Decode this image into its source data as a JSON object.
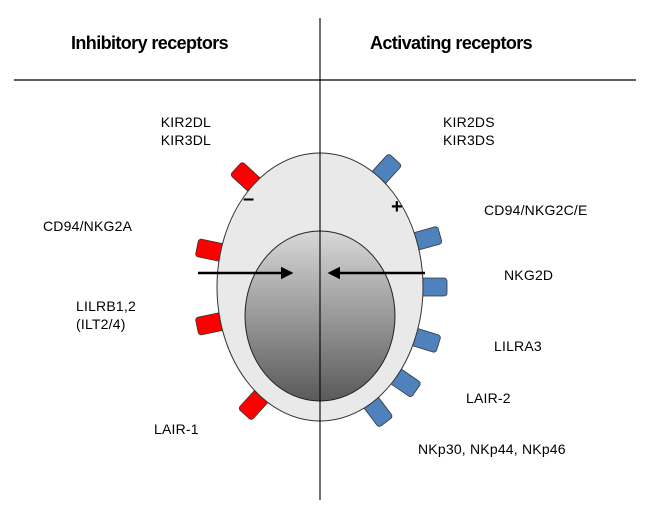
{
  "headers": {
    "left": "Inhibitory receptors",
    "right": "Activating receptors"
  },
  "signs": {
    "inhibitory": "–",
    "activating": "+"
  },
  "colors": {
    "inhibitory_receptor": "#ff0000",
    "activating_receptor": "#4f81bd",
    "cell_fill": "#e9e9e9",
    "nucleus_top": "#d8d8d8",
    "nucleus_bottom": "#5a5a5a",
    "line": "#000000"
  },
  "inhibitory_receptors": [
    {
      "lines": [
        "KIR2DL",
        "KIR3DL"
      ]
    },
    {
      "lines": [
        "CD94/NKG2A"
      ]
    },
    {
      "lines": [
        "LILRB1,2",
        "(ILT2/4)"
      ]
    },
    {
      "lines": [
        "LAIR-1"
      ]
    }
  ],
  "activating_receptors": [
    {
      "lines": [
        "KIR2DS",
        "KIR3DS"
      ]
    },
    {
      "lines": [
        "CD94/NKG2C/E"
      ]
    },
    {
      "lines": [
        "NKG2D"
      ]
    },
    {
      "lines": [
        "LILRA3"
      ]
    },
    {
      "lines": [
        "LAIR-2"
      ]
    },
    {
      "lines": [
        "NKp30, NKp44, NKp46"
      ]
    }
  ]
}
